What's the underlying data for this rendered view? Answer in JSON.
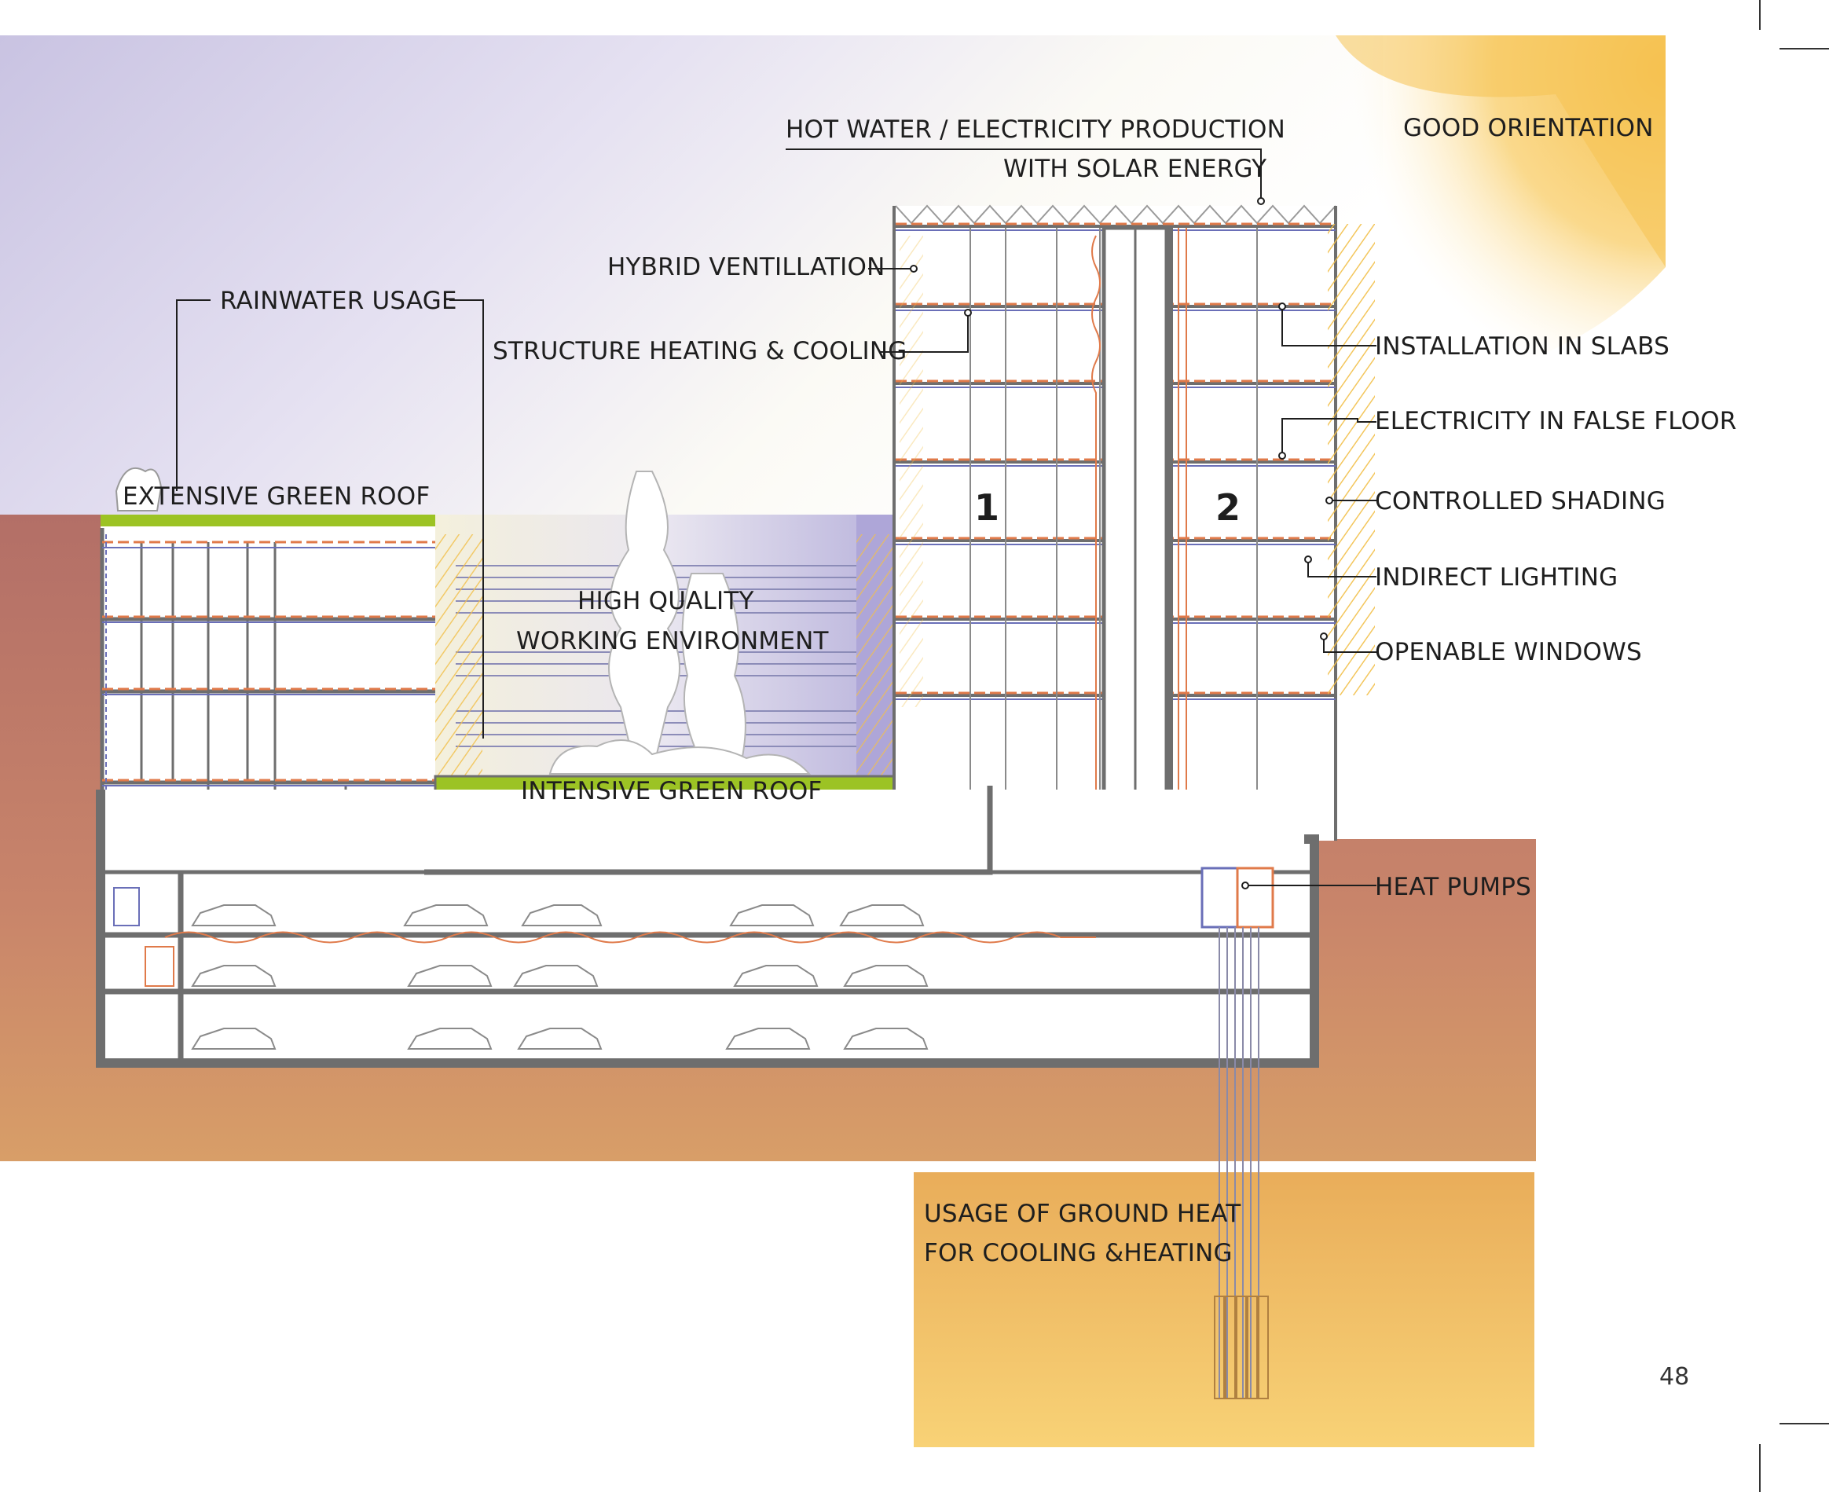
{
  "labels": {
    "hot_water_line1": "HOT WATER / ELECTRICITY PRODUCTION",
    "hot_water_line2": "WITH SOLAR ENERGY",
    "good_orientation": "GOOD ORIENTATION",
    "hybrid_ventilation": "HYBRID VENTILLATION",
    "rainwater_usage": "RAINWATER USAGE",
    "structure_heating": "STRUCTURE HEATING & COOLING",
    "installation_slabs": "INSTALLATION IN SLABS",
    "electricity_false_floor": "ELECTRICITY IN FALSE FLOOR",
    "controlled_shading": "CONTROLLED SHADING",
    "indirect_lighting": "INDIRECT LIGHTING",
    "openable_windows": "OPENABLE WINDOWS",
    "extensive_green_roof": "EXTENSIVE GREEN ROOF",
    "high_quality_line1": "HIGH QUALITY",
    "high_quality_line2": "WORKING ENVIRONMENT",
    "intensive_green_roof": "INTENSIVE GREEN ROOF",
    "heat_pumps": "HEAT PUMPS",
    "ground_heat_line1": "USAGE OF GROUND HEAT",
    "ground_heat_line2": "FOR COOLING &HEATING",
    "building_1": "1",
    "building_2": "2",
    "page_number": "48"
  },
  "colors": {
    "sky": "#d4cfe6",
    "sun": "#f6c45a",
    "ground_top": "#b47068",
    "ground_bottom": "#d69a68",
    "ground_heat_box": "#f3c160",
    "green_roof": "#9cc324",
    "structure": "#6e6e6e",
    "heating_pipe": "#e07a4a",
    "cooling_pipe": "#6a6fb8"
  }
}
